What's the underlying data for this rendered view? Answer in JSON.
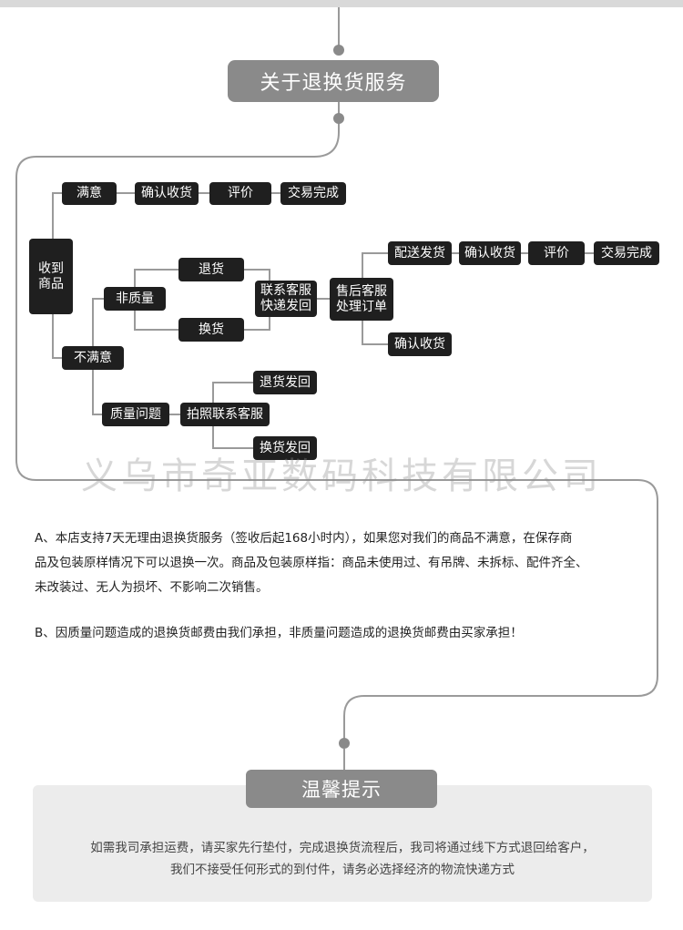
{
  "header": {
    "title": "关于退换货服务"
  },
  "flow": {
    "received": "收到\n商品",
    "satisfied": "满意",
    "confirm_receipt_top": "确认收货",
    "review_top": "评价",
    "complete_top": "交易完成",
    "dissatisfied": "不满意",
    "non_quality": "非质量",
    "return_goods": "退货",
    "exchange_goods": "换货",
    "contact_service": "联系客服\n快递发回",
    "after_sales": "售后客服\n处理订单",
    "ship_out": "配送发货",
    "confirm_receipt_mid": "确认收货",
    "review_mid": "评价",
    "complete_mid": "交易完成",
    "confirm_receipt_bottom": "确认收货",
    "quality_issue": "质量问题",
    "photo_contact": "拍照联系客服",
    "return_send_back": "退货发回",
    "exchange_send_back": "换货发回"
  },
  "watermark": "义乌市奇亚数码科技有限公司",
  "policy": {
    "a_line1": "A、本店支持7天无理由退换货服务（签收后起168小时内），如果您对我们的商品不满意，在保存商",
    "a_line2": "品及包装原样情况下可以退换一次。商品及包装原样指：商品未使用过、有吊牌、未拆标、配件齐全、",
    "a_line3": "未改装过、无人为损坏、不影响二次销售。",
    "b_line": "B、因质量问题造成的退换货邮费由我们承担，非质量问题造成的退换货邮费由买家承担！"
  },
  "tips": {
    "title": "温馨提示",
    "line1": "如需我司承担运费，请买家先行垫付，完成退换货流程后，我司将通过线下方式退回给客户，",
    "line2": "我们不接受任何形式的到付件，请务必选择经济的物流快递方式"
  },
  "colors": {
    "node": "#1f1f1f",
    "pill": "#8a8a8a",
    "line": "#9a9a9a",
    "tip_bg": "#ececec"
  }
}
